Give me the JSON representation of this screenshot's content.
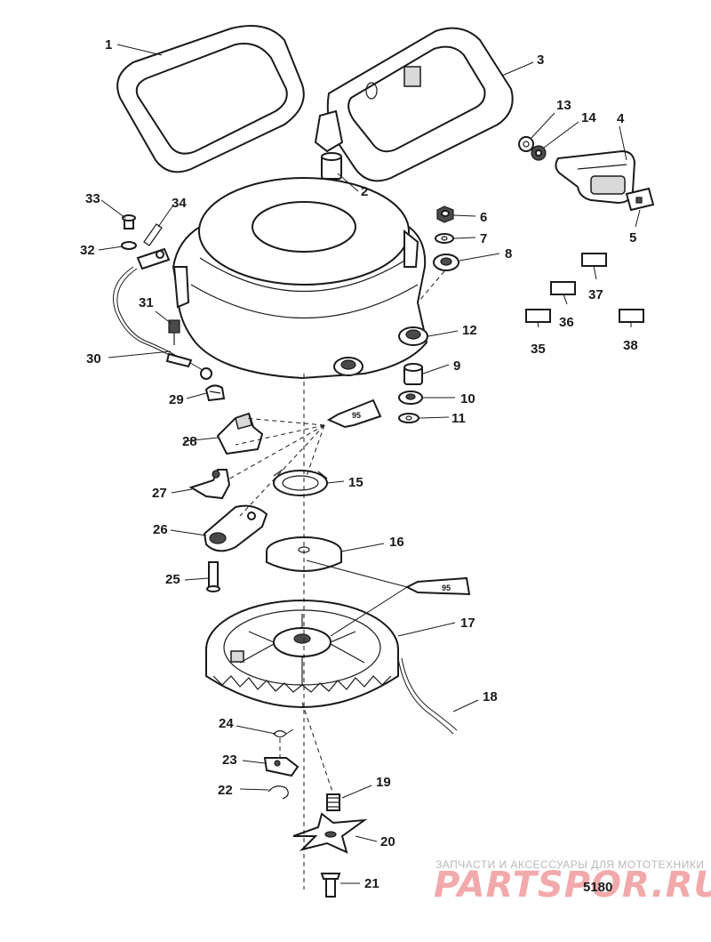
{
  "callouts": [
    "1",
    "2",
    "3",
    "4",
    "5",
    "6",
    "7",
    "8",
    "9",
    "10",
    "11",
    "12",
    "13",
    "14",
    "15",
    "16",
    "17",
    "18",
    "19",
    "20",
    "21",
    "22",
    "23",
    "24",
    "25",
    "26",
    "27",
    "28",
    "29",
    "30",
    "31",
    "32",
    "33",
    "34",
    "35",
    "36",
    "37",
    "38"
  ],
  "sealant_tube_label": "95",
  "diagram_code": "5180",
  "watermark": {
    "subtitle": "ЗАПЧАСТИ И АКСЕССУАРЫ ДЛЯ МОТОТЕХНИКИ",
    "brand": "PARTSPOR.RU"
  }
}
